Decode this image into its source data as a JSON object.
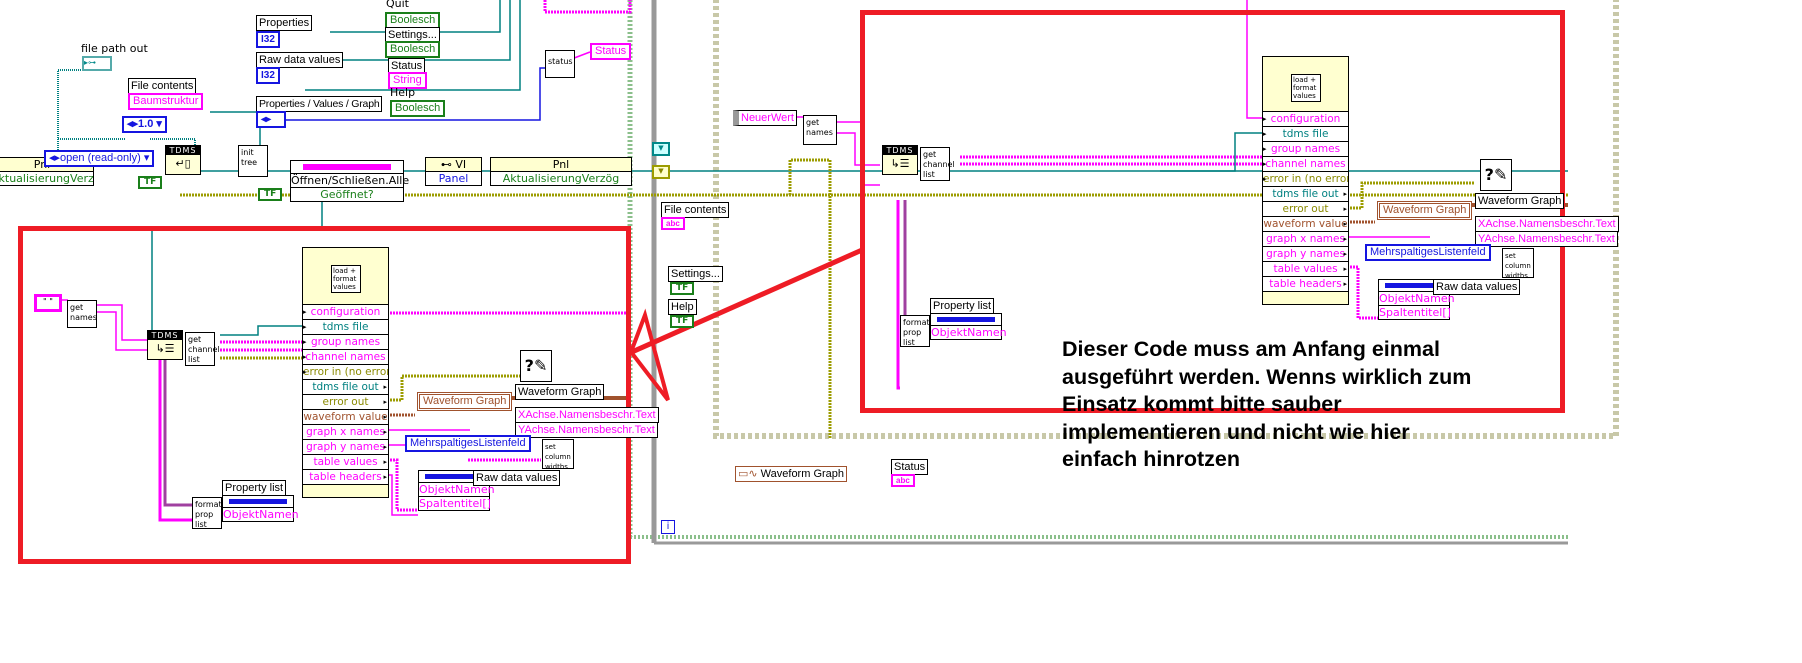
{
  "colors": {
    "annotation_red": "#ee1c25",
    "string_wire": "#ff00ff",
    "refnum_wire": "#008080",
    "error_wire": "#9c9c00",
    "bool": "#1a7f1a",
    "numeric": "#1515e0"
  },
  "left_top": {
    "file_path_out": "file path out",
    "file_contents_label": "File contents",
    "file_contents_ctl": "Baumstruktur",
    "version_ring": "1.0",
    "open_mode": "open (read-only)",
    "tdms_label": "TDMS",
    "init_tree": "init\ntree",
    "pnl_title": "Pnl",
    "pnl_prop": "AktualisierungVerzögern",
    "properties_label": "Properties",
    "properties_type": "I32",
    "raw_label": "Raw data values",
    "raw_type": "I32",
    "pvg_label": "Properties / Values / Graph",
    "quit_label": "Quit",
    "quit_ctl": "Boolesch",
    "settings_label": "Settings...",
    "settings_ctl": "Boolesch",
    "status_label": "Status",
    "status_ctl": "String",
    "help_label": "Help",
    "help_ctl": "Boolesch",
    "status_sub": "status",
    "status_ind": "Status",
    "open_close": "Öffnen/Schließen.Alle",
    "opened": "Geöffnet?",
    "vi_label": "VI",
    "panel": "Panel",
    "pnl2_title": "Pnl",
    "pnl2_prop": "AktualisierungVerzög",
    "tf": "TF"
  },
  "cluster": {
    "empty_string": "\" \"",
    "get_names": "get\nnames",
    "tdms": "TDMS",
    "get_channel_list": "get\nchannel\nlist",
    "node_title": "load +\nformat\nvalues",
    "rows": [
      {
        "label": "configuration",
        "color": "#ff00ff",
        "dir": "in"
      },
      {
        "label": "tdms file",
        "color": "#008080",
        "dir": "in"
      },
      {
        "label": "group names",
        "color": "#ff00ff",
        "dir": "in"
      },
      {
        "label": "channel names",
        "color": "#ff00ff",
        "dir": "in"
      },
      {
        "label": "error in (no error)",
        "color": "#8a8a00",
        "dir": "in"
      },
      {
        "label": "tdms file out",
        "color": "#008080",
        "dir": "out"
      },
      {
        "label": "error out",
        "color": "#8a8a00",
        "dir": "out"
      },
      {
        "label": "waveform value",
        "color": "#a0522d",
        "dir": "out"
      },
      {
        "label": "graph x names",
        "color": "#ff00ff",
        "dir": "out"
      },
      {
        "label": "graph y names",
        "color": "#ff00ff",
        "dir": "out"
      },
      {
        "label": "table values",
        "color": "#ff00ff",
        "dir": "out"
      },
      {
        "label": "table headers",
        "color": "#ff00ff",
        "dir": "out"
      }
    ],
    "waveform_graph_ref": "Waveform Graph",
    "waveform_graph_label": "Waveform Graph",
    "xaxis": "XAchse.Namensbeschr.Text",
    "yaxis": "YAchse.Namensbeschr.Text",
    "listbox": "MehrspaltigesListenfeld",
    "set_column_widths": "set\ncolumn\nwidths",
    "raw_data_values": "Raw data values",
    "objekt_namen": "ObjektNamen",
    "spaltentitel": "Spaltentitel[]",
    "format_prop_list": "format\nprop\nlist",
    "property_list": "Property list"
  },
  "right": {
    "neuer_wert": "NeuerWert",
    "file_contents": "File contents",
    "abc": "abc",
    "settings": "Settings...",
    "help": "Help",
    "tf": "TF",
    "waveform_graph": "Waveform Graph",
    "status": "Status",
    "info": "i"
  },
  "annotation": "Dieser Code muss am Anfang einmal\nausgeführt werden. Wenns wirklich zum\nEinsatz kommt bitte sauber\nimplementieren und nicht wie hier\neinfach hinrotzen"
}
